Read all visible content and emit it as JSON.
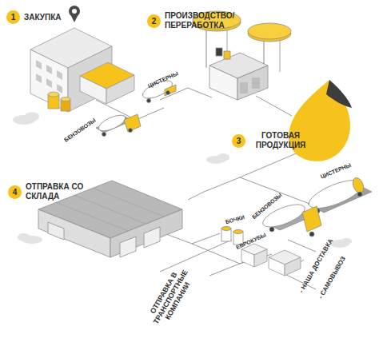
{
  "diagram": {
    "nodes": [
      {
        "text": [
          "1",
          "ЗАКУПКА"
        ]
      },
      {
        "text": [
          "2",
          "ПРОИЗВОДСТВО/ ПЕРЕРАБОТКА"
        ]
      },
      {
        "text": [
          "3",
          "ГОТОВАЯ ПРОДУКЦИЯ"
        ]
      },
      {
        "text": [
          "4",
          "ОТПРАВКА СО СКЛАДА"
        ]
      }
    ],
    "labels": [
      "ЦИСТЕРНЫ",
      "БЕНЗОВОЗЫ",
      "ЦИСТЕРНЫ",
      "БЕНЗОВОЗЫ",
      "БОЧКИ",
      "ЕВРОКУБЫ",
      "ОТПРАВКА В ТРАНСПОРТНЫЕ КОМПАНИИ",
      "- НАША ДОСТАВКА",
      "- САМОВЫВОЗ"
    ]
  }
}
